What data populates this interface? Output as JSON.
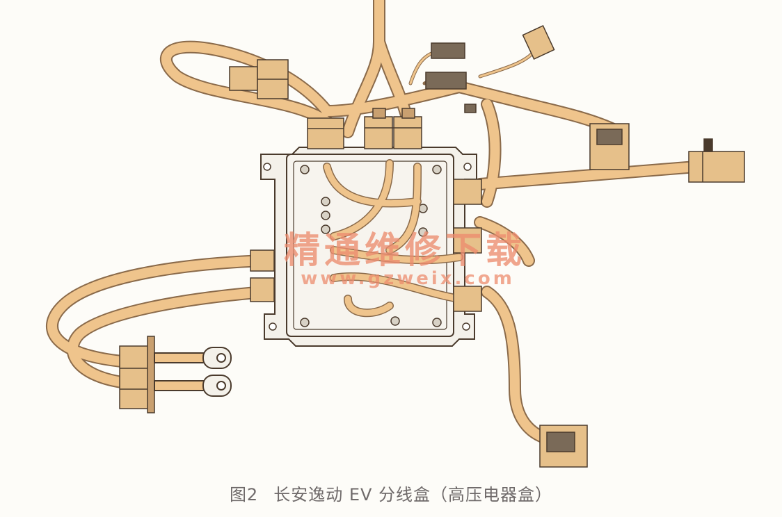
{
  "figure": {
    "label": "图2",
    "title": "长安逸动 EV 分线盒（高压电器盒）"
  },
  "watermark": {
    "text": "精通维修下载",
    "url": "www.gzweix.com"
  },
  "colors": {
    "harness": "#efc48c",
    "harness_outline": "#8a6a4a",
    "box_fill": "#f4f1ea",
    "connector": "#e6c08a",
    "line": "#4a3a2c",
    "watermark": "#ec8c6e",
    "caption": "#6f6a6a"
  }
}
